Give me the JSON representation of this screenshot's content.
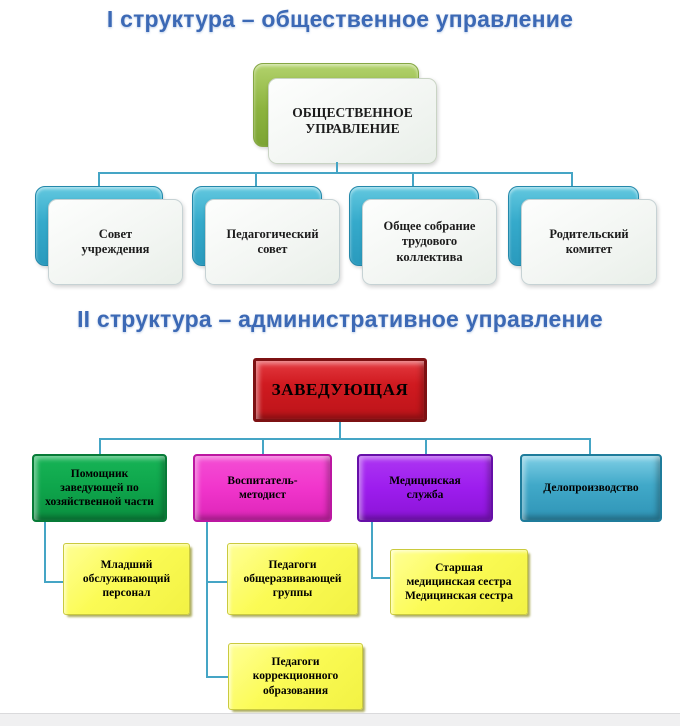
{
  "palette": {
    "title_blue": "#3c69b5",
    "connector_teal": "#45a5c5",
    "level1_back_teal": "#35aacb",
    "level1_back_green": "#8cb33f",
    "level1_front": "#f3f6f3",
    "root_red": "#d01a20",
    "admin_green": "#0ea54b",
    "admin_magenta": "#f135cc",
    "admin_purple": "#9d1dee",
    "admin_teal": "#41a9c9",
    "sub_yellow": "#fbfb55",
    "footer_gray": "#f0f0f1"
  },
  "section1": {
    "title": "I структура – общественное управление",
    "root_label": "ОБЩЕСТВЕННОЕ\nУПРАВЛЕНИЕ",
    "children": [
      {
        "label": "Совет\nучреждения"
      },
      {
        "label": "Педагогический\nсовет"
      },
      {
        "label": "Общее собрание\nтрудового\nколлектива"
      },
      {
        "label": "Родительский\nкомитет"
      }
    ]
  },
  "section2": {
    "title": "II структура – административное управление",
    "root_label": "ЗАВЕДУЮЩАЯ",
    "children": [
      {
        "label": "Помощник\nзаведующей по\nхозяйственной части"
      },
      {
        "label": "Воспитатель-\nметодист"
      },
      {
        "label": "Медицинская\nслужба"
      },
      {
        "label": "Делопроизводство"
      }
    ],
    "subordinates": [
      {
        "label": "Младший\nобслуживающий\nперсонал"
      },
      {
        "label": "Педагоги\nобщеразвивающей\nгруппы"
      },
      {
        "label": "Старшая\nмедицинская сестра\nМедицинская сестра"
      },
      {
        "label": "Педагоги\nкоррекционного\nобразования"
      }
    ]
  }
}
